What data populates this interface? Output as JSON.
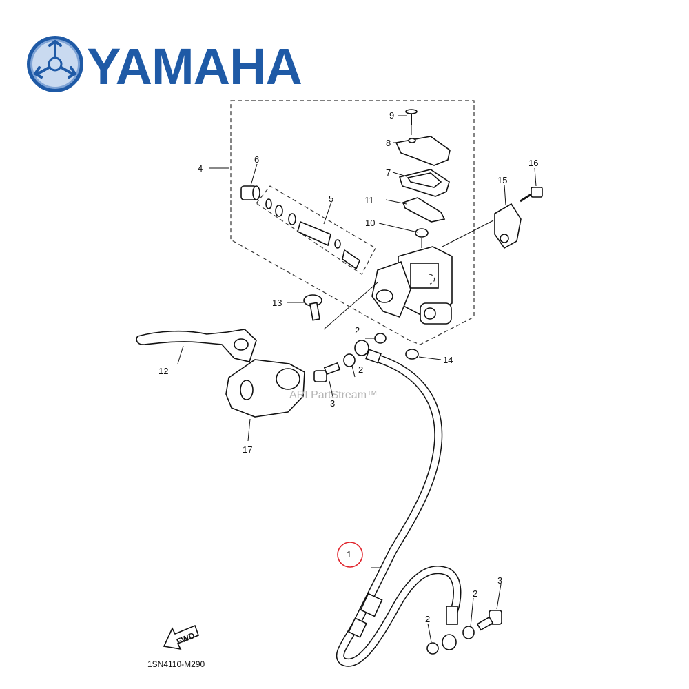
{
  "brand": {
    "name": "YAMAHA",
    "color": "#1f5aa6",
    "emblem_icon": "tuning-fork-emblem"
  },
  "watermark": "ARI PartStream™",
  "diagram_code": "1SN4110-M290",
  "direction_marker": "FWD",
  "highlight_color": "#e0232b",
  "callouts": [
    {
      "id": "c1",
      "label": "1",
      "highlighted": true
    },
    {
      "id": "c2a",
      "label": "2"
    },
    {
      "id": "c2b",
      "label": "2"
    },
    {
      "id": "c2c",
      "label": "2"
    },
    {
      "id": "c2d",
      "label": "2"
    },
    {
      "id": "c3a",
      "label": "3"
    },
    {
      "id": "c3b",
      "label": "3"
    },
    {
      "id": "c4",
      "label": "4"
    },
    {
      "id": "c5",
      "label": "5"
    },
    {
      "id": "c6",
      "label": "6"
    },
    {
      "id": "c7",
      "label": "7"
    },
    {
      "id": "c8",
      "label": "8"
    },
    {
      "id": "c9",
      "label": "9"
    },
    {
      "id": "c10",
      "label": "10"
    },
    {
      "id": "c11",
      "label": "11"
    },
    {
      "id": "c12",
      "label": "12"
    },
    {
      "id": "c13",
      "label": "13"
    },
    {
      "id": "c14",
      "label": "14"
    },
    {
      "id": "c15",
      "label": "15"
    },
    {
      "id": "c16",
      "label": "16"
    },
    {
      "id": "c17",
      "label": "17"
    }
  ]
}
